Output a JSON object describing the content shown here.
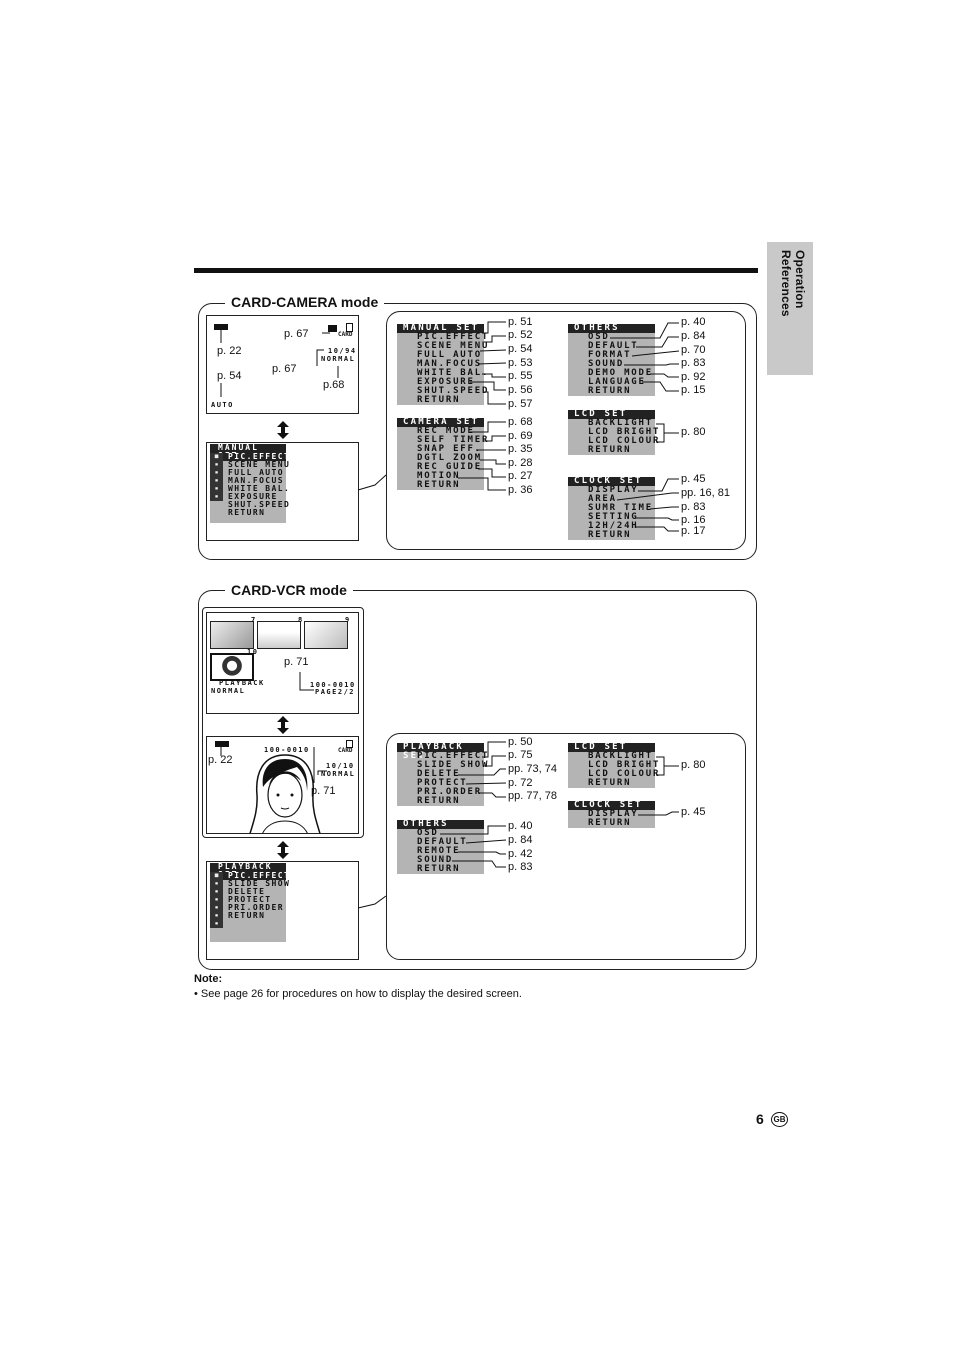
{
  "sidebar": {
    "label": "Operation References"
  },
  "card_camera": {
    "title": "CARD-CAMERA mode",
    "screen": {
      "auto": "AUTO",
      "counter": "10/94",
      "quality": "NORMAL",
      "card": "CARD",
      "ref_battery": "p. 22",
      "ref_mode": "p. 54",
      "ref_icon": "p. 67",
      "ref_counter": "p. 67",
      "ref_quality": "p.68"
    },
    "small_menu": {
      "header": "MANUAL SET",
      "items": [
        "PIC.EFFECT",
        "SCENE MENU",
        "FULL AUTO",
        "MAN.FOCUS",
        "WHITE BAL.",
        "EXPOSURE",
        "SHUT.SPEED",
        "RETURN"
      ]
    },
    "menus": [
      {
        "header": "MANUAL SET",
        "items": [
          "PIC.EFFECT",
          "SCENE MENU",
          "FULL AUTO",
          "MAN.FOCUS",
          "WHITE BAL.",
          "EXPOSURE",
          "SHUT.SPEED",
          "RETURN"
        ],
        "refs": [
          "p. 51",
          "p. 52",
          "p. 54",
          "p. 53",
          "p. 55",
          "p. 56",
          "p. 57"
        ]
      },
      {
        "header": "CAMERA SET",
        "items": [
          "REC MODE",
          "SELF TIMER",
          "SNAP EFF.",
          "DGTL ZOOM",
          "REC GUIDE",
          "MOTION",
          "RETURN"
        ],
        "refs": [
          "p. 68",
          "p. 69",
          "p. 35",
          "p. 28",
          "p. 27",
          "p. 36"
        ]
      },
      {
        "header": "OTHERS",
        "items": [
          "OSD",
          "DEFAULT",
          "FORMAT",
          "SOUND",
          "DEMO MODE",
          "LANGUAGE",
          "RETURN"
        ],
        "refs": [
          "p. 40",
          "p. 84",
          "p. 70",
          "p. 83",
          "p. 92",
          "p. 15"
        ]
      },
      {
        "header": "LCD SET",
        "items": [
          "BACKLIGHT",
          "LCD BRIGHT",
          "LCD COLOUR",
          "RETURN"
        ],
        "refs": [
          "p. 80"
        ]
      },
      {
        "header": "CLOCK SET",
        "items": [
          "DISPLAY",
          "AREA",
          "SUMR TIME",
          "SETTING",
          "12H/24H",
          "RETURN"
        ],
        "refs": [
          "p. 45",
          "pp. 16, 81",
          "p. 83",
          "p. 16",
          "p. 17"
        ]
      }
    ]
  },
  "card_vcr": {
    "title": "CARD-VCR mode",
    "index_screen": {
      "thumb_numbers": [
        "7",
        "8",
        "9",
        "10"
      ],
      "playback": "PLAYBACK",
      "quality": "NORMAL",
      "file": "100-0010",
      "page": "PAGE2/2",
      "ref": "p. 71"
    },
    "single_screen": {
      "file": "100-0010",
      "card": "CARD",
      "counter": "10/10",
      "quality": "NORMAL",
      "ref_battery": "p. 22",
      "ref_file": "p. 71"
    },
    "small_menu": {
      "header": "PLAYBACK SET",
      "items": [
        "PIC.EFFECT",
        "SLIDE SHOW",
        "DELETE",
        "PROTECT",
        "PRI.ORDER",
        "RETURN"
      ]
    },
    "menus": [
      {
        "header": "PLAYBACK SET",
        "items": [
          "PIC.EFFECT",
          "SLIDE SHOW",
          "DELETE",
          "PROTECT",
          "PRI.ORDER",
          "RETURN"
        ],
        "refs": [
          "p. 50",
          "p. 75",
          "pp. 73, 74",
          "p. 72",
          "pp. 77, 78"
        ]
      },
      {
        "header": "OTHERS",
        "items": [
          "OSD",
          "DEFAULT",
          "REMOTE",
          "SOUND",
          "RETURN"
        ],
        "refs": [
          "p. 40",
          "p. 84",
          "p. 42",
          "p. 83"
        ]
      },
      {
        "header": "LCD SET",
        "items": [
          "BACKLIGHT",
          "LCD BRIGHT",
          "LCD COLOUR",
          "RETURN"
        ],
        "refs": [
          "p. 80"
        ]
      },
      {
        "header": "CLOCK SET",
        "items": [
          "DISPLAY",
          "RETURN"
        ],
        "refs": [
          "p. 45"
        ]
      }
    ]
  },
  "note": {
    "title": "Note:",
    "text": "• See page 26 for procedures on how to display the desired screen."
  },
  "footer": {
    "page": "6",
    "badge": "GB"
  }
}
